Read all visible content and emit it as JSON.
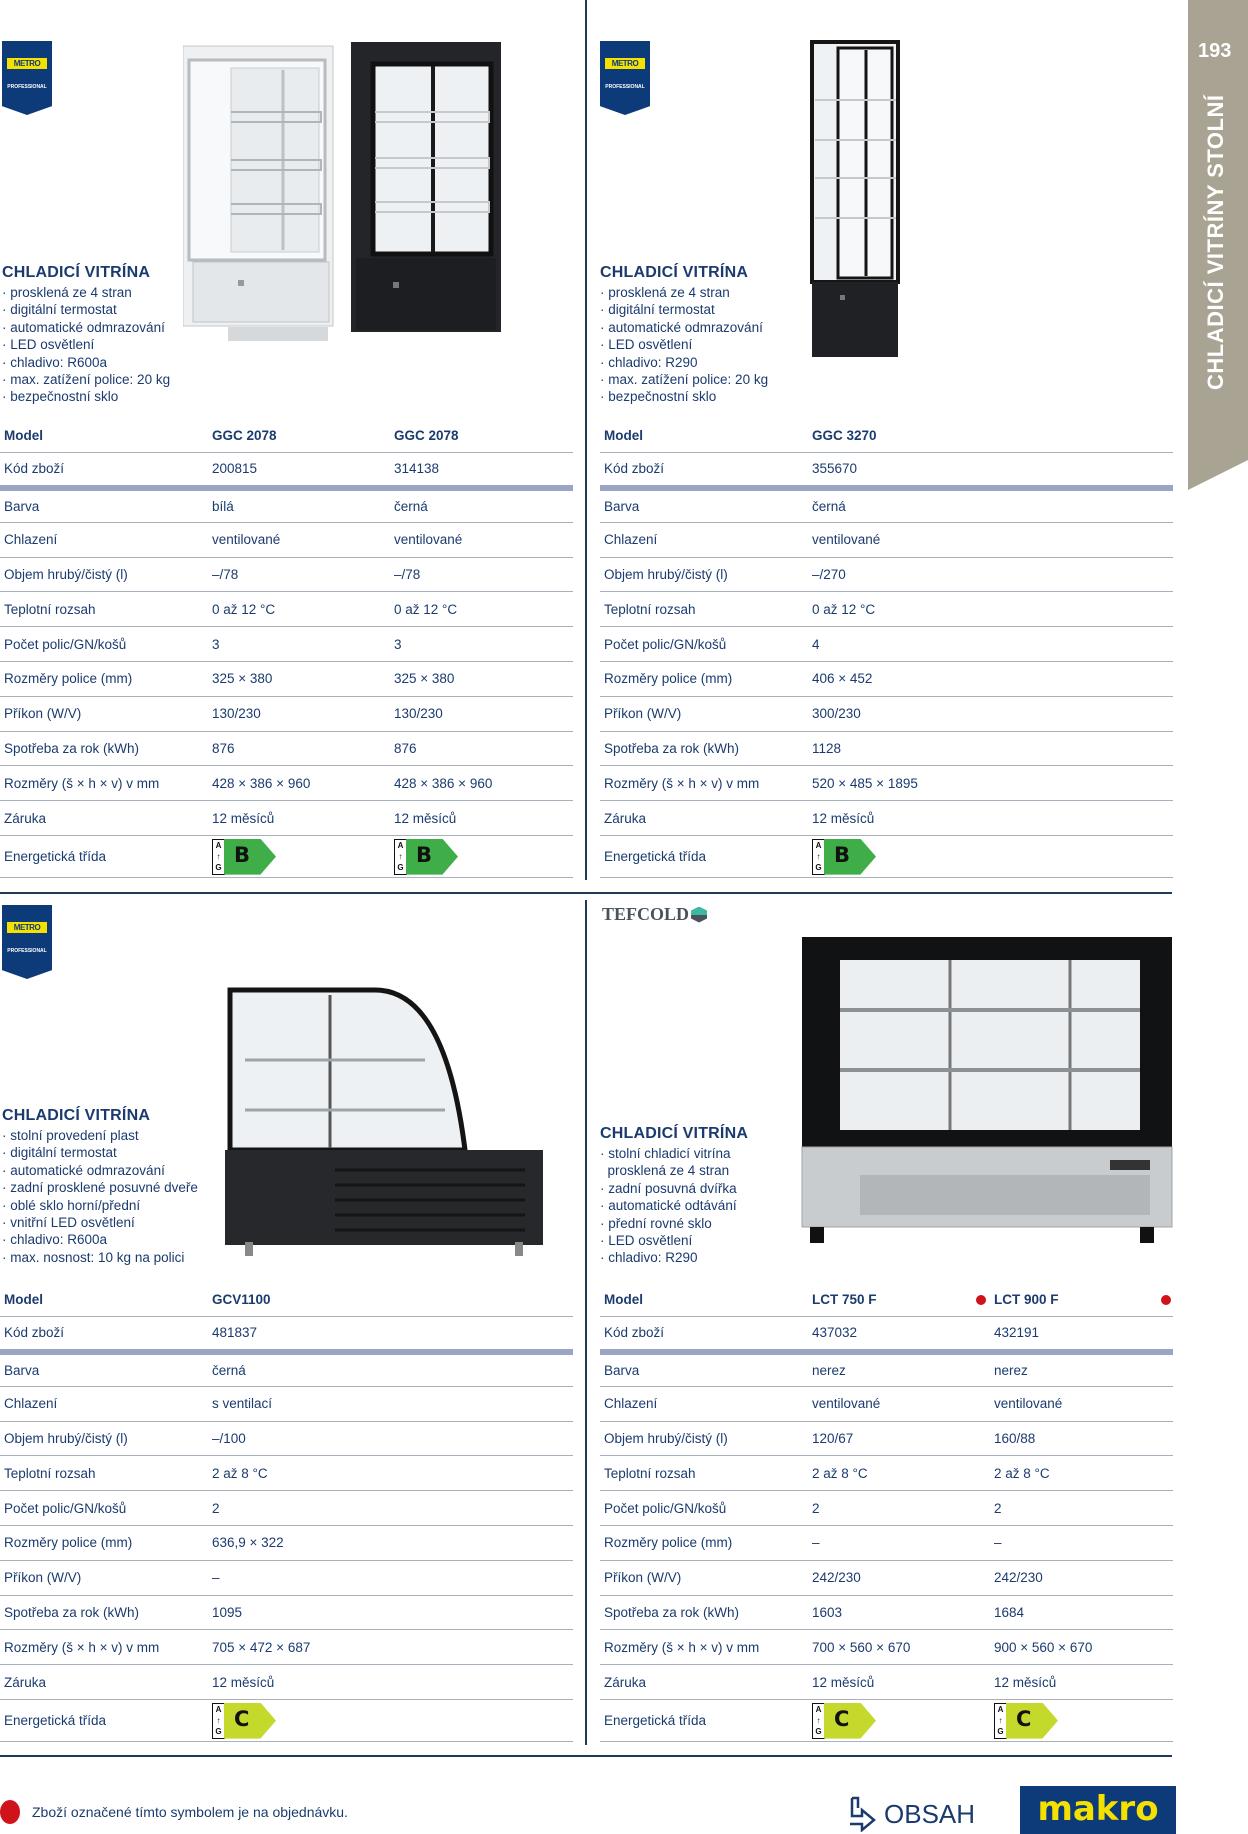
{
  "side_tab": {
    "page_number": "193",
    "section_title": "CHLADICÍ VITRÍNY STOLNÍ",
    "color": "#a8a393"
  },
  "brand": {
    "metro_badge_top": "METRO",
    "metro_badge_bottom": "PROFESSIONAL",
    "tefcold": "TEFCOLD",
    "makro": "makro",
    "badge_color": "#0d3b7a",
    "accent_yellow": "#f5e100"
  },
  "row_labels": [
    "Model",
    "Kód zboží",
    "Barva",
    "Chlazení",
    "Objem hrubý/čistý (l)",
    "Teplotní rozsah",
    "Počet polic/GN/košů",
    "Rozměry police (mm)",
    "Příkon (W/V)",
    "Spotřeba za rok (kWh)",
    "Rozměry (š × h × v) v mm",
    "Záruka",
    "Energetická třída"
  ],
  "products": [
    {
      "title": "CHLADICÍ VITRÍNA",
      "features": [
        "prosklená ze 4 stran",
        "digitální termostat",
        "automatické odmrazování",
        "LED osvětlení",
        "chladivo: R600a",
        "max. zatížení police: 20 kg",
        "bezpečnostní sklo"
      ],
      "columns": [
        {
          "model": "GGC 2078",
          "code": "200815",
          "color": "bílá",
          "cooling": "ventilované",
          "volume": "–/78",
          "temp": "0 až 12 °C",
          "shelves": "3",
          "shelf_size": "325 × 380",
          "power": "130/230",
          "consumption": "876",
          "dimensions": "428 × 386 × 960",
          "warranty": "12 měsíců",
          "energy_class": "B",
          "energy_color": "#3fae49",
          "on_order": false
        },
        {
          "model": "GGC 2078",
          "code": "314138",
          "color": "černá",
          "cooling": "ventilované",
          "volume": "–/78",
          "temp": "0 až 12 °C",
          "shelves": "3",
          "shelf_size": "325 × 380",
          "power": "130/230",
          "consumption": "876",
          "dimensions": "428 × 386 × 960",
          "warranty": "12 měsíců",
          "energy_class": "B",
          "energy_color": "#3fae49",
          "on_order": false
        }
      ]
    },
    {
      "title": "CHLADICÍ VITRÍNA",
      "features": [
        "prosklená ze 4 stran",
        "digitální termostat",
        "automatické odmrazování",
        "LED osvětlení",
        "chladivo: R290",
        "max. zatížení police: 20 kg",
        "bezpečnostní sklo"
      ],
      "columns": [
        {
          "model": "GGC 3270",
          "code": "355670",
          "color": "černá",
          "cooling": "ventilované",
          "volume": "–/270",
          "temp": "0 až 12 °C",
          "shelves": "4",
          "shelf_size": "406 × 452",
          "power": "300/230",
          "consumption": "1128",
          "dimensions": "520 × 485 × 1895",
          "warranty": "12 měsíců",
          "energy_class": "B",
          "energy_color": "#3fae49",
          "on_order": false
        }
      ]
    },
    {
      "title": "CHLADICÍ VITRÍNA",
      "features": [
        "stolní provedení plast",
        "digitální termostat",
        "automatické odmrazování",
        "zadní prosklené posuvné dveře",
        "oblé sklo horní/přední",
        "vnitřní LED osvětlení",
        "chladivo: R600a",
        "max. nosnost: 10 kg na polici"
      ],
      "columns": [
        {
          "model": "GCV1100",
          "code": "481837",
          "color": "černá",
          "cooling": "s ventilací",
          "volume": "–/100",
          "temp": "2 až 8 °C",
          "shelves": "2",
          "shelf_size": "636,9 × 322",
          "power": "–",
          "consumption": "1095",
          "dimensions": "705 × 472 × 687",
          "warranty": "12 měsíců",
          "energy_class": "C",
          "energy_color": "#c5d92d",
          "on_order": false
        }
      ]
    },
    {
      "title": "CHLADICÍ VITRÍNA",
      "features": [
        "stolní chladicí vitrína",
        "prosklená ze 4 stran",
        "zadní posuvná dvířka",
        "automatické odtávání",
        "přední rovné sklo",
        "LED osvětlení",
        "chladivo: R290"
      ],
      "columns": [
        {
          "model": "LCT 750 F",
          "code": "437032",
          "color": "nerez",
          "cooling": "ventilované",
          "volume": "120/67",
          "temp": "2 až 8 °C",
          "shelves": "2",
          "shelf_size": "–",
          "power": "242/230",
          "consumption": "1603",
          "dimensions": "700 × 560 × 670",
          "warranty": "12 měsíců",
          "energy_class": "C",
          "energy_color": "#c5d92d",
          "on_order": true
        },
        {
          "model": "LCT 900 F",
          "code": "432191",
          "color": "nerez",
          "cooling": "ventilované",
          "volume": "160/88",
          "temp": "2 až 8 °C",
          "shelves": "2",
          "shelf_size": "–",
          "power": "242/230",
          "consumption": "1684",
          "dimensions": "900 × 560 × 670",
          "warranty": "12 měsíců",
          "energy_class": "C",
          "energy_color": "#c5d92d",
          "on_order": true
        }
      ]
    }
  ],
  "energy_scale": {
    "top": "A",
    "bottom": "G"
  },
  "footer": {
    "note": "Zboží označené tímto symbolem je na objednávku.",
    "obsah_label": "OBSAH",
    "order_dot_color": "#d0121b"
  }
}
